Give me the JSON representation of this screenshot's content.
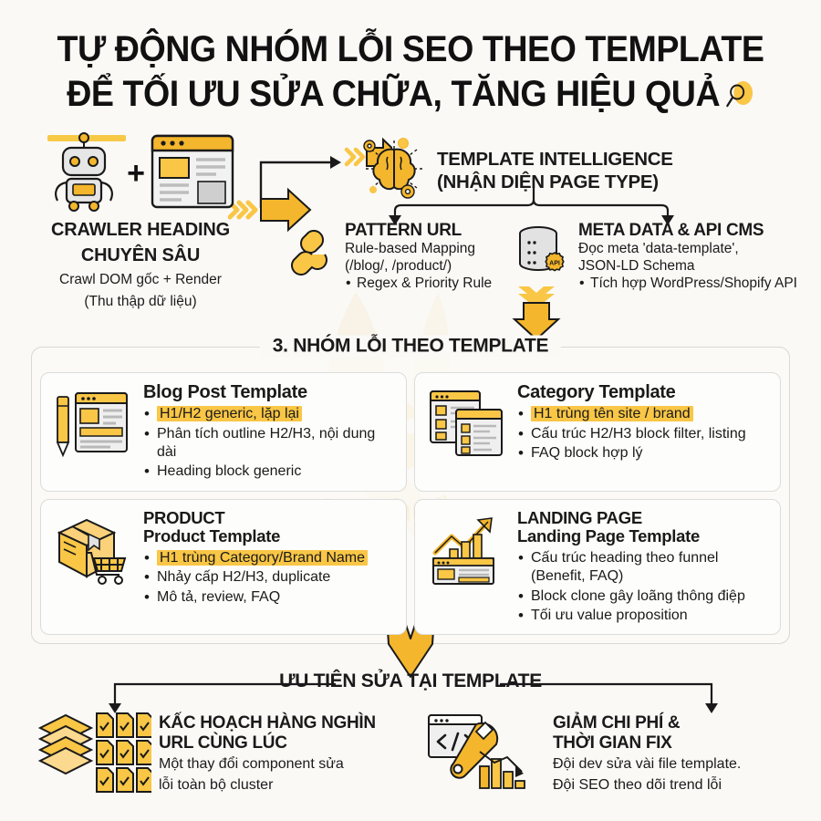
{
  "title": {
    "line1": "TỰ ĐỘNG NHÓM LỖI SEO THEO TEMPLATE",
    "line2": "ĐỂ TỐI ƯU SỬA CHỮA, TĂNG HIỆU QUẢ",
    "magnifier_icon": "magnifier-icon"
  },
  "colors": {
    "accent": "#F9C646",
    "accent_dark": "#E8A81C",
    "highlight": "#F9C646",
    "background": "#FAF9F6",
    "text": "#111111",
    "panel_border": "#D8D8D8"
  },
  "watermark": {
    "big": "LIGHT",
    "sub": "anh - Chuẩn Đẹp"
  },
  "crawler": {
    "icons": [
      "robot-icon",
      "plus-sign",
      "webpage-icon"
    ],
    "title_line1": "CRAWLER HEADING",
    "title_line2": "CHUYÊN SÂU",
    "sub_line1": "Crawl DOM gốc + Render",
    "sub_line2": "(Thu thập dữ liệu)"
  },
  "template_intelligence": {
    "icon": "brain-gears-icon",
    "line1": "TEMPLATE INTELLIGENCE",
    "line2": "(NHẬN DIỆN PAGE TYPE)"
  },
  "pattern_url": {
    "icon": "chain-link-icon",
    "title": "PATTERN URL",
    "lines": [
      "Rule-based Mapping",
      "(/blog/, /product/)"
    ],
    "bullets": [
      "Regex & Priority Rule"
    ]
  },
  "meta_api": {
    "icon": "database-api-icon",
    "title": "META DATA & API CMS",
    "lines": [
      "Đọc meta 'data-template',",
      "JSON-LD Schema"
    ],
    "bullets": [
      "Tích hợp WordPress/Shopify API"
    ]
  },
  "section3": {
    "legend": "3. NHÓM LỖI THEO TEMPLATE",
    "cards": [
      {
        "icon": "blog-post-icon",
        "title": "Blog Post Template",
        "title2": "",
        "bullets": [
          {
            "text": "H1/H2 generic, lặp lại",
            "highlight": true
          },
          {
            "text": "Phân tích outline H2/H3, nội dung dài",
            "highlight": false
          },
          {
            "text": "Heading block generic",
            "highlight": false
          }
        ]
      },
      {
        "icon": "category-listing-icon",
        "title": "Category Template",
        "title2": "",
        "bullets": [
          {
            "text": "H1 trùng tên site / brand",
            "highlight": true
          },
          {
            "text": "Cấu trúc H2/H3 block filter, listing",
            "highlight": false
          },
          {
            "text": "FAQ block hợp lý",
            "highlight": false
          }
        ]
      },
      {
        "icon": "product-box-cart-icon",
        "title": "PRODUCT",
        "title2": "Product Template",
        "bullets": [
          {
            "text": "H1 trùng Category/Brand Name",
            "highlight": true
          },
          {
            "text": "Nhảy cấp H2/H3, duplicate",
            "highlight": false
          },
          {
            "text": "Mô tả, review, FAQ",
            "highlight": false
          }
        ]
      },
      {
        "icon": "landing-growth-chart-icon",
        "title": "LANDING PAGE",
        "title2": "Landing Page Template",
        "bullets": [
          {
            "text": "Cấu trúc heading theo funnel (Benefit, FAQ)",
            "highlight": false
          },
          {
            "text": "Block clone gây loãng thông điệp",
            "highlight": false
          },
          {
            "text": "Tối ưu value proposition",
            "highlight": false
          }
        ]
      }
    ]
  },
  "bottom": {
    "legend": "ƯU TIÊN SỬA TẠI TEMPLATE",
    "left": {
      "icon": "stacked-documents-checklist-icon",
      "title_line1": "KẤC HOẠCH HÀNG NGHÌN",
      "title_line2": "URL CÙNG LÚC",
      "sub_line1": "Một thay đổi component sửa",
      "sub_line2": "lỗi toàn bộ cluster"
    },
    "right": {
      "icon": "code-wrench-chart-icon",
      "title_line1": "GIẢM CHI PHÍ &",
      "title_line2": "THỜI GIAN FIX",
      "sub_line1": "Đội dev sửa vài file template.",
      "sub_line2": "Đội SEO theo dõi trend lỗi"
    }
  }
}
